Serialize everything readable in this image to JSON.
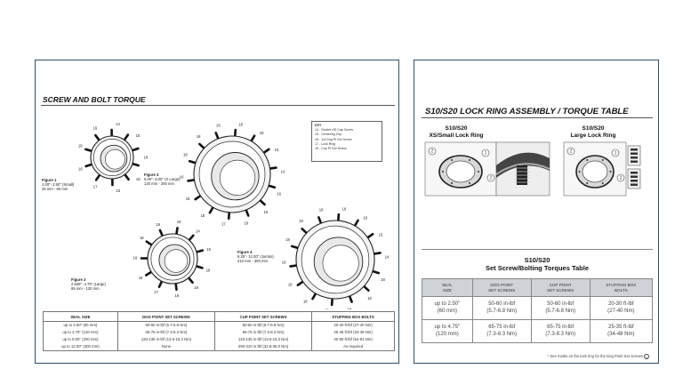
{
  "left_page": {
    "title": "SCREW AND BOLT TORQUE",
    "key": {
      "heading": "KEY",
      "items": [
        "14 - Socket HD Cap Screw",
        "15 - Centering Clip",
        "16 - 1/4 Dog Pt Set Screw",
        "17 - Lock Ring",
        "18 - Cup Pt Set Screw"
      ]
    },
    "figures": [
      {
        "name": "Figure 1",
        "size": "1.00\"- 2.50\" (Small)",
        "mm": "25 mm - 60 mm"
      },
      {
        "name": "Figure 2",
        "size": "2.625\"- 4.75\" (Large)",
        "mm": "65 mm - 120 mm"
      },
      {
        "name": "Figure 3",
        "size": "5.00\"- 8.00\" (X Large)",
        "mm": "120 mm - 200 mm"
      },
      {
        "name": "Figure 4",
        "size": "8.25\"- 12.00\" (Jumbo)",
        "mm": "210 mm - 300 mm"
      }
    ],
    "callouts": [
      "14",
      "15",
      "16",
      "17",
      "18"
    ],
    "table": {
      "headers": [
        "SEAL SIZE",
        "DOG POINT SET SCREWS",
        "CUP POINT SET SCREWS",
        "STUFFING BOX BOLTS"
      ],
      "rows": [
        [
          "up to 2.50\" (60 mm)",
          "50-60 in-lbf (5.7-6.8 Nm)",
          "50-60 in-lbf (5.7-6.8 Nm)",
          "20-30 ft-lbf (27-40 Nm)"
        ],
        [
          "up to 4.75\" (120 mm)",
          "65-75 in-lbf (7.3-8.3 Nm)",
          "65-75 in-lbf (7.3-8.3 Nm)",
          "25-35 ft-lbf (34-48 Nm)"
        ],
        [
          "up to 8.00\" (200 mm)",
          "120-135 in-lbf (13.6-15.3 Nm)",
          "120-135 in-lbf (13.6-15.3 Nm)",
          "40-60 ft-lbf (54-81 Nm)"
        ],
        [
          "up to 12.00\" (300 mm)",
          "None",
          "290-310 in-lbf (32.8-35.0 Nm)",
          "As required"
        ]
      ]
    }
  },
  "right_page": {
    "title": "S10/S20 LOCK RING ASSEMBLY / TORQUE TABLE",
    "small_ring": {
      "line1": "S10/S20",
      "line2": "XS/Small Lock Ring"
    },
    "large_ring": {
      "line1": "S10/S20",
      "line2": "Large Lock Ring"
    },
    "callouts": [
      "1",
      "2"
    ],
    "table_title": {
      "line1": "S10/S20",
      "line2": "Set Screw/Bolting Torques Table"
    },
    "table": {
      "headers": [
        [
          "SEAL",
          "SIZE"
        ],
        [
          "DOG POINT",
          "SET SCREWS"
        ],
        [
          "CUP POINT",
          "SET SCREWS"
        ],
        [
          "STUFFING BOX",
          "BOLTS"
        ]
      ],
      "rows": [
        [
          [
            "up to 2.50\"",
            "(60 mm)"
          ],
          [
            "50-60 in-lbf",
            "(5.7-6.8 Nm)"
          ],
          [
            "50-60 in-lbf",
            "(5.7-6.8 Nm)"
          ],
          [
            "20-30 ft-lbf",
            "(27-40 Nm)"
          ]
        ],
        [
          [
            "up to 4.75\"",
            "(120 mm)"
          ],
          [
            "65-75 in-lbf",
            "(7.3-8.3 Nm)"
          ],
          [
            "65-75 in-lbf",
            "(7.3-8.3 Nm)"
          ],
          [
            "25-35 ft-lbf",
            "(34-48 Nm)"
          ]
        ]
      ]
    },
    "footnote": "* See marks on the lock ring for the Dog Point Set Screws",
    "footnote_mark": "1"
  },
  "colors": {
    "panel_border": "#2e4f6e",
    "table_header_bg": "#cfd2d6"
  }
}
